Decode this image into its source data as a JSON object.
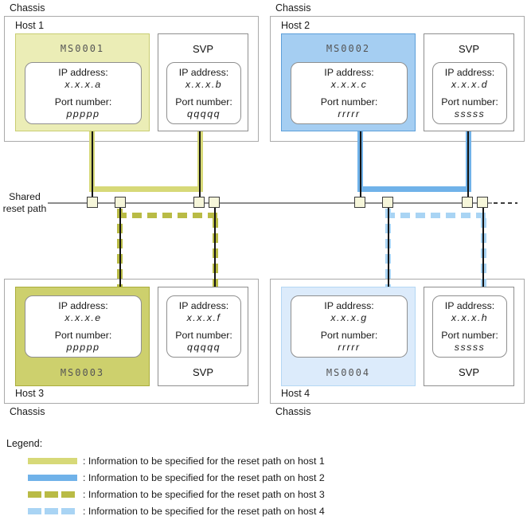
{
  "colors": {
    "host1": "#d7d978",
    "host2": "#70b2e9",
    "host3": "#b9bb45",
    "host4": "#a9d4f4",
    "ms1-fill": "#ebedb6",
    "ms1-border": "#c9cd72",
    "ms2-fill": "#a5cef2",
    "ms2-border": "#5d9fd9",
    "ms3-fill": "#cdd06d",
    "ms3-border": "#aaad3c",
    "ms4-fill": "#dcebfb",
    "ms4-border": "#b4d7f4",
    "connector-fill": "#f6f6da",
    "connector-border": "#3d3d3d",
    "reset-line": "#8c8c8c",
    "wire": "#141414"
  },
  "shared_reset_path": {
    "label": "Shared reset path"
  },
  "chassis": [
    {
      "chassis_label": "Chassis",
      "host_label": "Host 1",
      "ms": {
        "title": "MS0001",
        "ip_label": "IP address:",
        "ip_value": "x.x.x.a",
        "port_label": "Port number:",
        "port_value": "ppppp"
      },
      "svp": {
        "title": "SVP",
        "ip_label": "IP address:",
        "ip_value": "x.x.x.b",
        "port_label": "Port number:",
        "port_value": "qqqqq"
      }
    },
    {
      "chassis_label": "Chassis",
      "host_label": "Host 2",
      "ms": {
        "title": "MS0002",
        "ip_label": "IP address:",
        "ip_value": "x.x.x.c",
        "port_label": "Port number:",
        "port_value": "rrrrr"
      },
      "svp": {
        "title": "SVP",
        "ip_label": "IP address:",
        "ip_value": "x.x.x.d",
        "port_label": "Port number:",
        "port_value": "sssss"
      }
    },
    {
      "chassis_label": "Chassis",
      "host_label": "Host 3",
      "ms": {
        "title": "MS0003",
        "ip_label": "IP address:",
        "ip_value": "x.x.x.e",
        "port_label": "Port number:",
        "port_value": "ppppp"
      },
      "svp": {
        "title": "SVP",
        "ip_label": "IP address:",
        "ip_value": "x.x.x.f",
        "port_label": "Port number:",
        "port_value": "qqqqq"
      }
    },
    {
      "chassis_label": "Chassis",
      "host_label": "Host 4",
      "ms": {
        "title": "MS0004",
        "ip_label": "IP address:",
        "ip_value": "x.x.x.g",
        "port_label": "Port number:",
        "port_value": "rrrrr"
      },
      "svp": {
        "title": "SVP",
        "ip_label": "IP address:",
        "ip_value": "x.x.x.h",
        "port_label": "Port number:",
        "port_value": "sssss"
      }
    }
  ],
  "legend": {
    "title": "Legend:",
    "items": [
      {
        "line_style": "solid",
        "host_color": "host1",
        "text": ": Information to be specified for the reset path on host 1"
      },
      {
        "line_style": "solid",
        "host_color": "host2",
        "text": ": Information to be specified for the reset path on host 2"
      },
      {
        "line_style": "dashed",
        "host_color": "host3",
        "text": ": Information to be specified for the reset path on host 3"
      },
      {
        "line_style": "dashed",
        "host_color": "host4",
        "text": ": Information to be specified for the reset path on host 4"
      }
    ]
  }
}
